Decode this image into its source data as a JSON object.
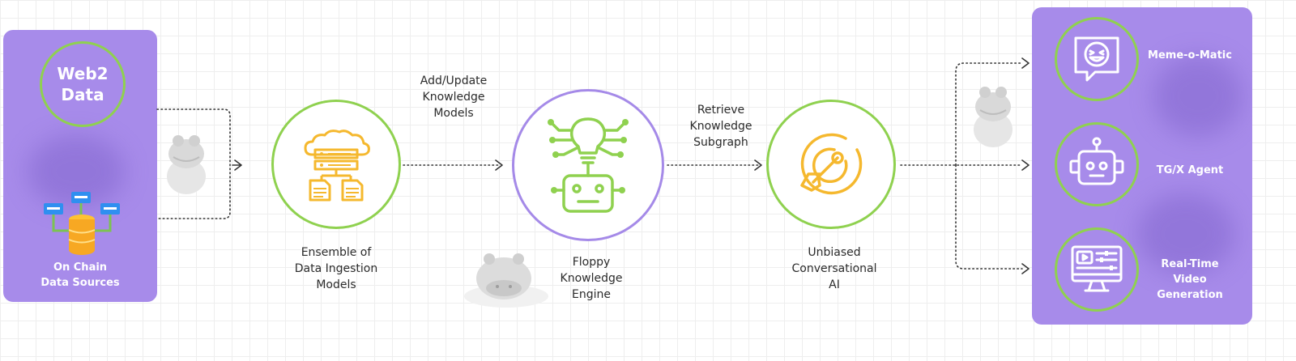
{
  "sources": {
    "web2": "Web2\nData",
    "onchain": "On Chain\nData Sources"
  },
  "steps": {
    "ingestion": "Ensemble of\nData Ingestion\nModels",
    "add_update": "Add/Update\nKnowledge\nModels",
    "engine": "Floppy\nKnowledge\nEngine",
    "retrieve": "Retrieve\nKnowledge\nSubgraph",
    "ai": "Unbiased\nConversational\nAI"
  },
  "outputs": [
    {
      "label": "Meme-o-Matic",
      "icon": "laughing-face-chat-icon"
    },
    {
      "label": "TG/X Agent",
      "icon": "robot-head-icon"
    },
    {
      "label": "Real-Time\nVideo Generation",
      "icon": "video-editor-monitor-icon"
    }
  ],
  "colors": {
    "panel": "#a78bea",
    "green_ring": "#8fd14f",
    "purple_ring": "#a58ae8",
    "icon_orange": "#f5b82e",
    "icon_green": "#8fd14f",
    "db_orange": "#f7a823",
    "doc_blue": "#2f8ff0"
  }
}
